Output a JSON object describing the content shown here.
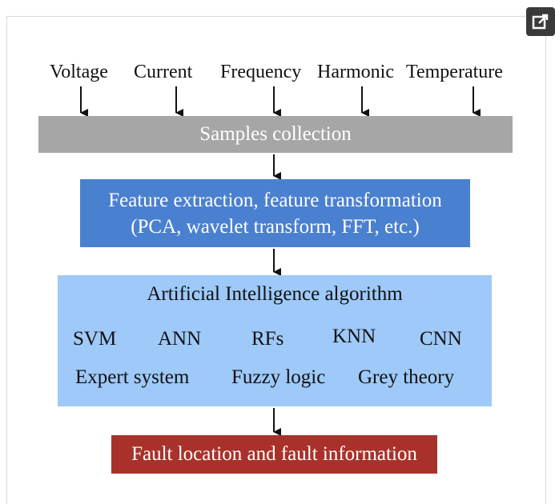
{
  "inputs": [
    "Voltage",
    "Current",
    "Frequency",
    "Harmonic",
    "Temperature"
  ],
  "samples_label": "Samples collection",
  "feature": {
    "line1": "Feature extraction, feature transformation",
    "line2": "(PCA, wavelet transform, FFT, etc.)"
  },
  "ai": {
    "title": "Artificial Intelligence algorithm",
    "row1": [
      "SVM",
      "ANN",
      "RFs",
      "KNN",
      "CNN"
    ],
    "row2": [
      "Expert system",
      "Fuzzy logic",
      "Grey theory"
    ]
  },
  "output_label": "Fault location and fault information",
  "icons": {
    "share": "open-in-new-icon"
  },
  "colors": {
    "samples": "#a6a6a6",
    "feature": "#4a80d0",
    "ai": "#9ec9f8",
    "fault": "#a8322b"
  }
}
